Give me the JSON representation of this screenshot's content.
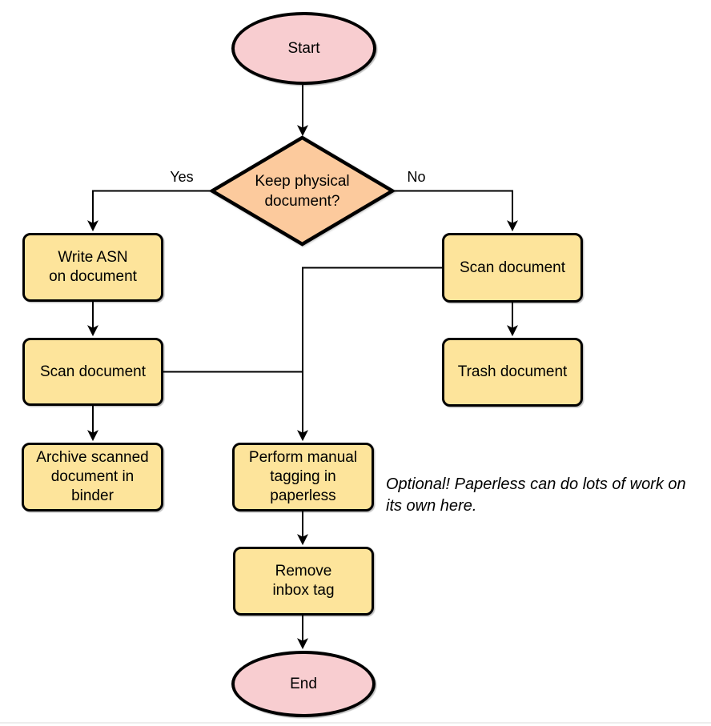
{
  "diagram_type": "flowchart",
  "nodes": {
    "start": {
      "type": "terminal",
      "label": "Start"
    },
    "decision": {
      "type": "decision",
      "label": "Keep physical\ndocument?"
    },
    "write_asn": {
      "type": "process",
      "label": "Write ASN\non document"
    },
    "scan_left": {
      "type": "process",
      "label": "Scan document"
    },
    "archive": {
      "type": "process",
      "label": "Archive scanned\ndocument in\nbinder"
    },
    "scan_right": {
      "type": "process",
      "label": "Scan document"
    },
    "trash": {
      "type": "process",
      "label": "Trash document"
    },
    "tagging": {
      "type": "process",
      "label": "Perform manual\ntagging in\npaperless"
    },
    "remove_inbox": {
      "type": "process",
      "label": "Remove\ninbox tag"
    },
    "end": {
      "type": "terminal",
      "label": "End"
    }
  },
  "edge_labels": {
    "yes": "Yes",
    "no": "No"
  },
  "edges": [
    {
      "from": "start",
      "to": "decision",
      "label": ""
    },
    {
      "from": "decision",
      "to": "write_asn",
      "label": "Yes"
    },
    {
      "from": "decision",
      "to": "scan_right",
      "label": "No"
    },
    {
      "from": "write_asn",
      "to": "scan_left",
      "label": ""
    },
    {
      "from": "scan_left",
      "to": "archive",
      "label": ""
    },
    {
      "from": "scan_right",
      "to": "trash",
      "label": ""
    },
    {
      "from": "scan_right",
      "to": "tagging",
      "label": ""
    },
    {
      "from": "scan_left",
      "to": "tagging",
      "label": ""
    },
    {
      "from": "tagging",
      "to": "remove_inbox",
      "label": ""
    },
    {
      "from": "remove_inbox",
      "to": "end",
      "label": ""
    }
  ],
  "annotation": {
    "text": "Optional! Paperless can do lots of work on\nits own here."
  },
  "colors": {
    "terminal_fill": "#f8cdd0",
    "decision_fill": "#fcca9d",
    "process_fill": "#fde49b",
    "outline": "#000000",
    "connector": "#000000",
    "bottom_divider": "#ededed"
  }
}
